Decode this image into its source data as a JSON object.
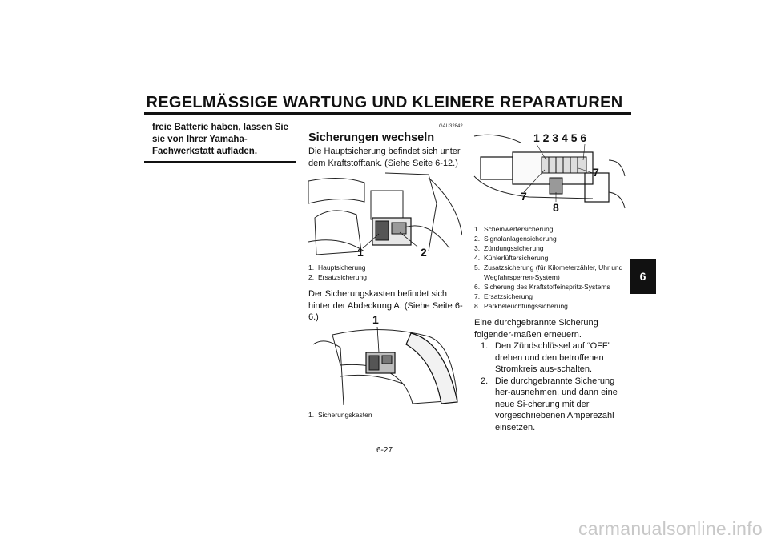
{
  "header": {
    "title": "REGELMÄSSIGE WARTUNG UND KLEINERE REPARATUREN"
  },
  "left_column": {
    "warning_text": "freie Batterie haben, lassen Sie sie von Ihrer Yamaha-Fachwerkstatt aufladen."
  },
  "section": {
    "code": "GAU32842",
    "heading": "Sicherungen wechseln",
    "intro": "Die Hauptsicherung befindet sich unter dem Kraftstofftank. (Siehe Seite 6-12.)",
    "figure1": {
      "labels": [
        "1",
        "2"
      ],
      "captions": [
        {
          "num": "1.",
          "text": "Hauptsicherung"
        },
        {
          "num": "2.",
          "text": "Ersatzsicherung"
        }
      ]
    },
    "box_text": "Der Sicherungskasten befindet sich hinter der Abdeckung A. (Siehe Seite 6-6.)",
    "figure2": {
      "labels": [
        "1"
      ],
      "captions": [
        {
          "num": "1.",
          "text": "Sicherungskasten"
        }
      ]
    }
  },
  "right_column": {
    "figure3": {
      "top_labels": "1 2 3 4 5 6",
      "labels": [
        "7",
        "7",
        "8"
      ],
      "captions": [
        {
          "num": "1.",
          "text": "Scheinwerfersicherung"
        },
        {
          "num": "2.",
          "text": "Signalanlagensicherung"
        },
        {
          "num": "3.",
          "text": "Zündungssicherung"
        },
        {
          "num": "4.",
          "text": "Kühlerlüftersicherung"
        },
        {
          "num": "5.",
          "text": "Zusatzsicherung (für Kilometerzähler, Uhr und Wegfahrsperren-System)"
        },
        {
          "num": "6.",
          "text": "Sicherung des Kraftstoffeinspritz-Systems"
        },
        {
          "num": "7.",
          "text": "Ersatzsicherung"
        },
        {
          "num": "8.",
          "text": "Parkbeleuchtungssicherung"
        }
      ]
    },
    "instruction_intro": "Eine durchgebrannte Sicherung folgender-maßen erneuern.",
    "steps": [
      {
        "num": "1.",
        "text": "Den Zündschlüssel auf “OFF” drehen und den betroffenen Stromkreis aus-schalten."
      },
      {
        "num": "2.",
        "text": "Die durchgebrannte Sicherung her-ausnehmen, und dann eine neue Si-cherung mit der vorgeschriebenen Amperezahl einsetzen."
      }
    ]
  },
  "chapter_tab": "6",
  "page_number": "6-27",
  "watermark": "carmanualsonline.info"
}
